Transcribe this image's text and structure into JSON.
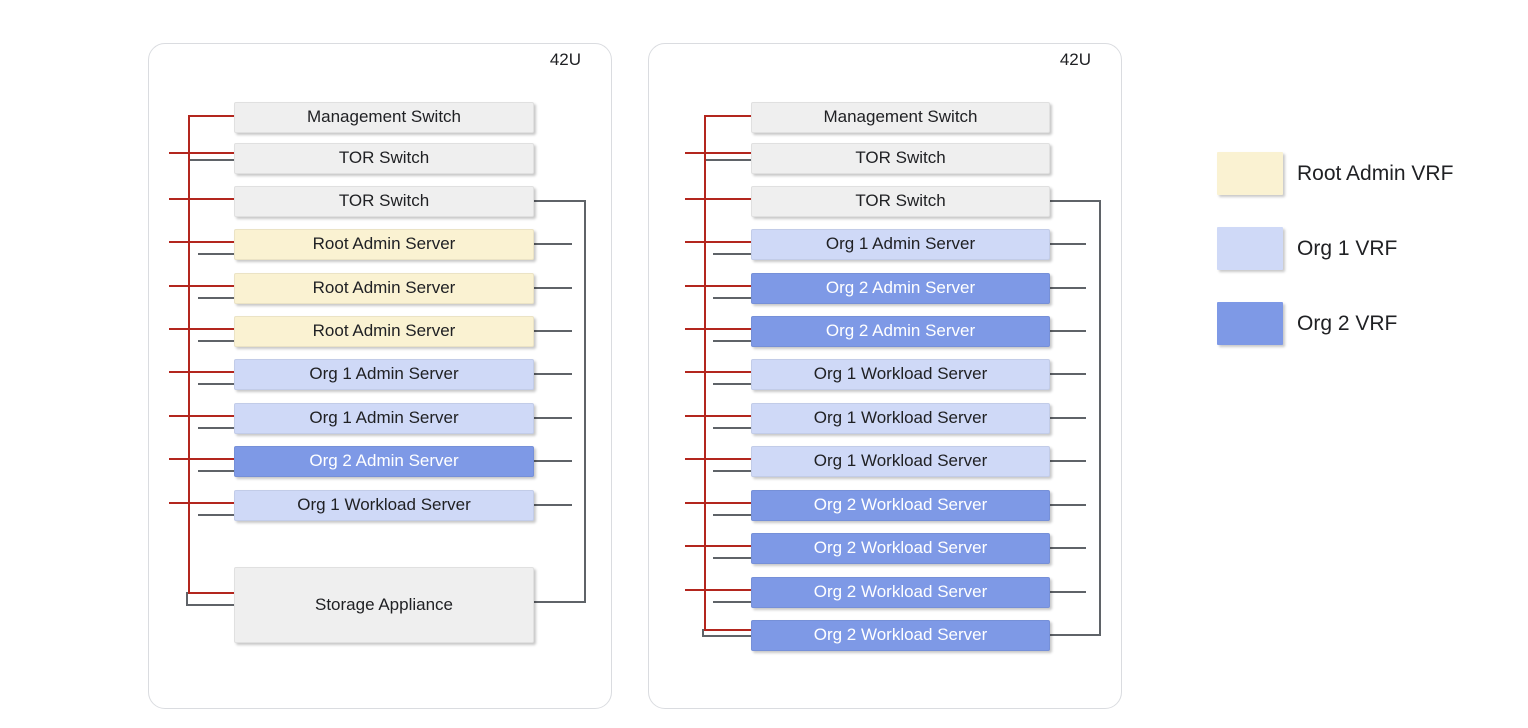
{
  "diagram": {
    "racks": [
      {
        "capacity_label": "42U",
        "units": [
          {
            "label": "Management Switch",
            "vrf": "none",
            "conn": "mgmt"
          },
          {
            "label": "TOR Switch",
            "vrf": "none",
            "conn": "tor1"
          },
          {
            "label": "TOR Switch",
            "vrf": "none",
            "conn": "tor2"
          },
          {
            "label": "Root Admin Server",
            "vrf": "root_admin",
            "conn": "std"
          },
          {
            "label": "Root Admin Server",
            "vrf": "root_admin",
            "conn": "std"
          },
          {
            "label": "Root Admin Server",
            "vrf": "root_admin",
            "conn": "std"
          },
          {
            "label": "Org 1 Admin Server",
            "vrf": "org1",
            "conn": "std"
          },
          {
            "label": "Org 1 Admin Server",
            "vrf": "org1",
            "conn": "std"
          },
          {
            "label": "Org 2 Admin Server",
            "vrf": "org2",
            "conn": "std"
          },
          {
            "label": "Org 1 Workload Server",
            "vrf": "org1",
            "conn": "std"
          },
          {
            "label": "Storage Appliance",
            "vrf": "none",
            "conn": "storage"
          }
        ]
      },
      {
        "capacity_label": "42U",
        "units": [
          {
            "label": "Management Switch",
            "vrf": "none",
            "conn": "mgmt"
          },
          {
            "label": "TOR Switch",
            "vrf": "none",
            "conn": "tor1"
          },
          {
            "label": "TOR Switch",
            "vrf": "none",
            "conn": "tor2"
          },
          {
            "label": "Org 1 Admin Server",
            "vrf": "org1",
            "conn": "std"
          },
          {
            "label": "Org 2 Admin Server",
            "vrf": "org2",
            "conn": "std"
          },
          {
            "label": "Org 2 Admin Server",
            "vrf": "org2",
            "conn": "std"
          },
          {
            "label": "Org 1 Workload Server",
            "vrf": "org1",
            "conn": "std"
          },
          {
            "label": "Org 1 Workload Server",
            "vrf": "org1",
            "conn": "std"
          },
          {
            "label": "Org 1 Workload Server",
            "vrf": "org1",
            "conn": "std"
          },
          {
            "label": "Org 2 Workload Server",
            "vrf": "org2",
            "conn": "std"
          },
          {
            "label": "Org 2 Workload Server",
            "vrf": "org2",
            "conn": "std"
          },
          {
            "label": "Org 2 Workload Server",
            "vrf": "org2",
            "conn": "std"
          },
          {
            "label": "Org 2 Workload Server",
            "vrf": "org2",
            "conn": "last"
          }
        ]
      }
    ],
    "legend": {
      "items": [
        {
          "label": "Root Admin VRF",
          "color": "#faf2d2"
        },
        {
          "label": "Org 1 VRF",
          "color": "#cfd9f7"
        },
        {
          "label": "Org 2 VRF",
          "color": "#7e99e6"
        }
      ]
    },
    "colors": {
      "neutral_unit": "#efefef",
      "root_admin_vrf": "#faf2d2",
      "org1_vrf": "#cfd9f7",
      "org2_vrf": "#7e99e6",
      "management_network_line": "#b3261e",
      "data_network_line": "#5f6368"
    }
  }
}
